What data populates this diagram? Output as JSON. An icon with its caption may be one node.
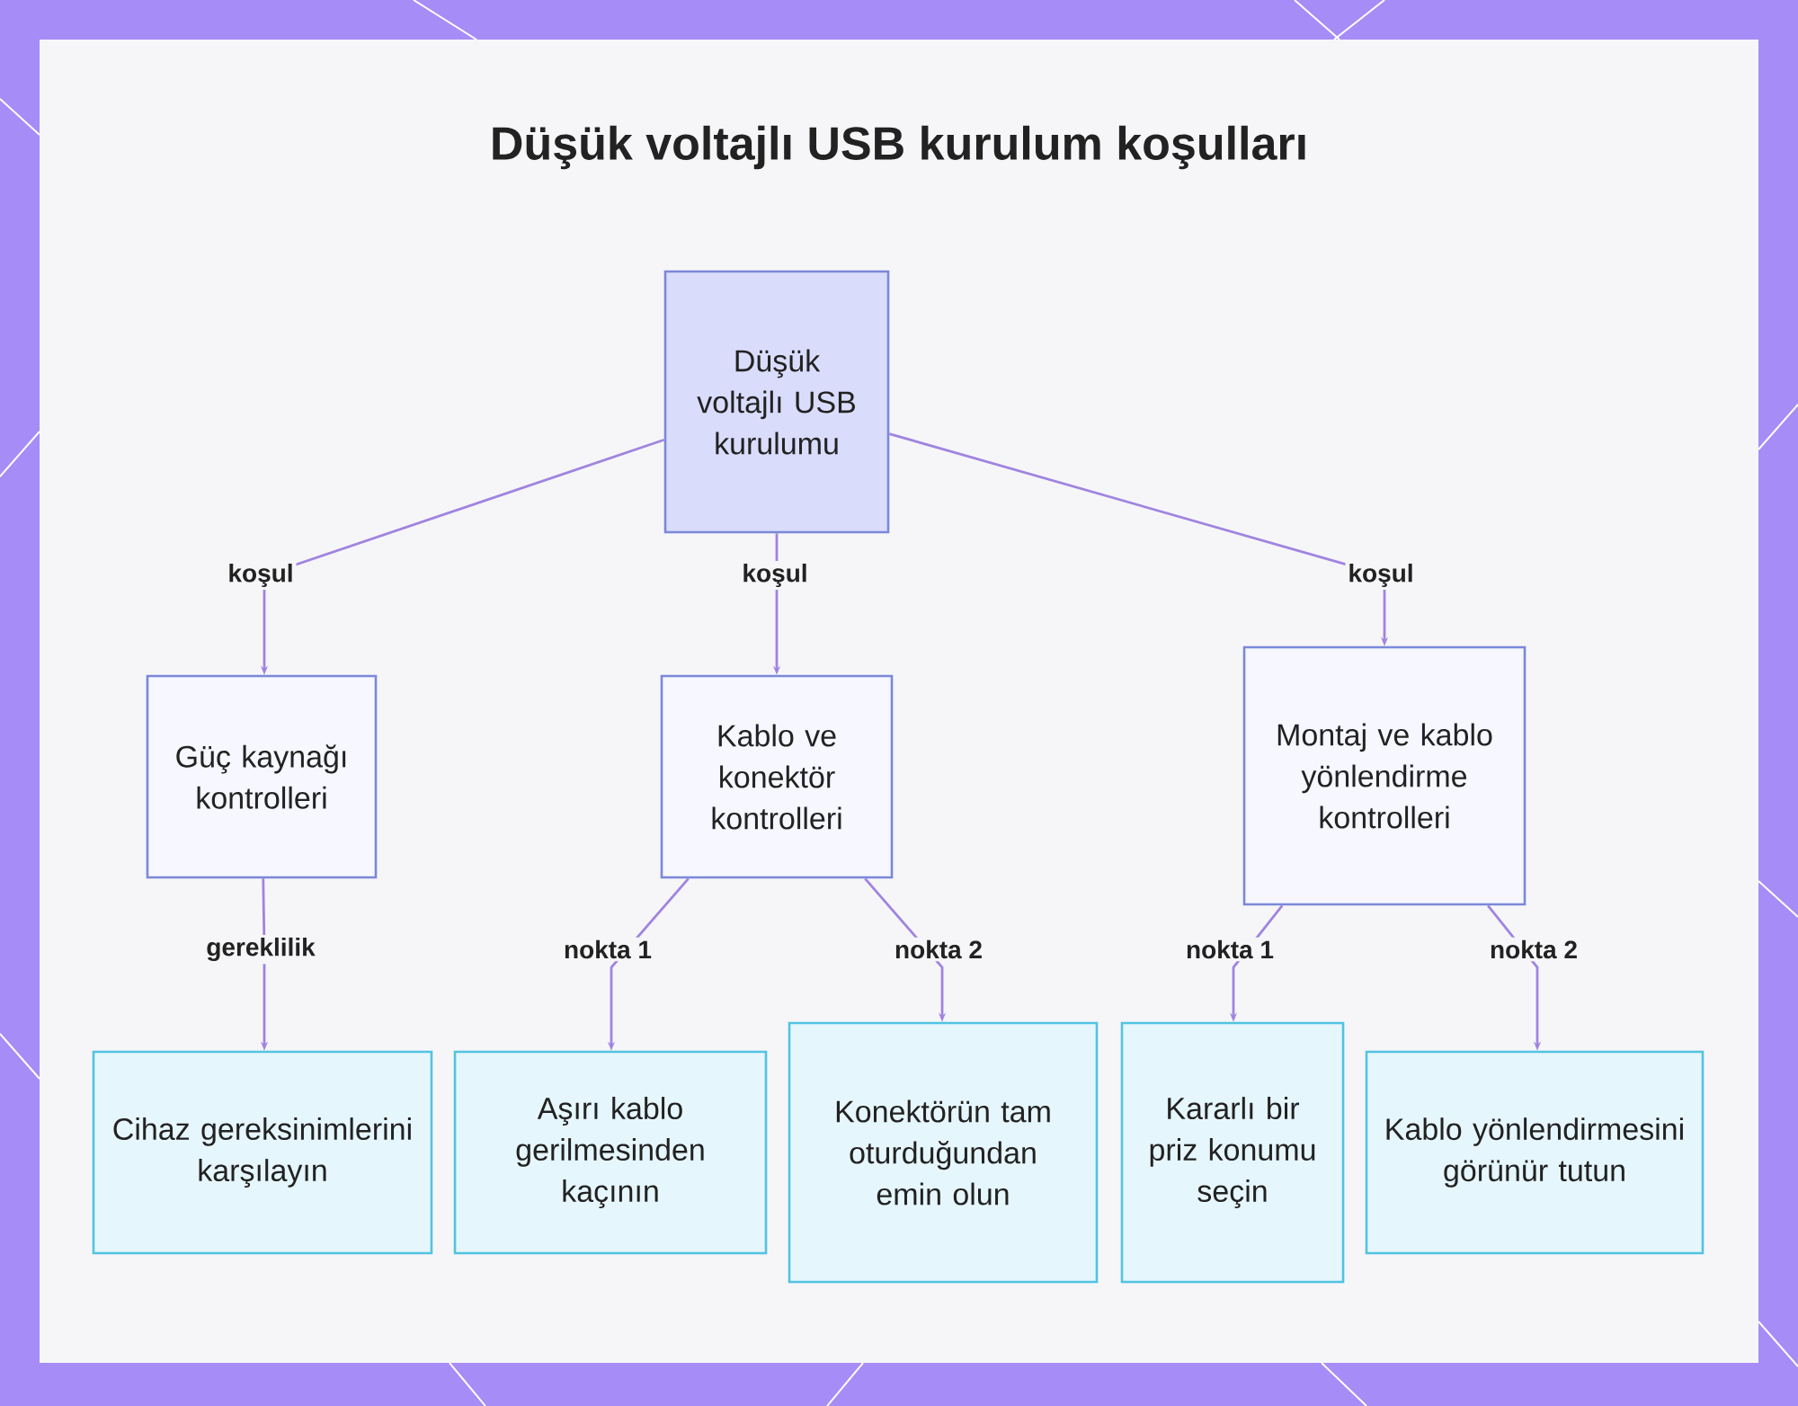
{
  "diagram": {
    "title": "Düşük voltajlı USB kurulum koşulları",
    "nodes": [
      {
        "text": [
          "Düşük voltajlı USB kurulumu"
        ]
      },
      {
        "text": [
          "Güç kaynağı kontrolleri"
        ]
      },
      {
        "text": [
          "Kablo ve konektör kontrolleri"
        ]
      },
      {
        "text": [
          "Montaj ve kablo yönlendirme kontrolleri"
        ]
      },
      {
        "text": [
          "Cihaz gereksinimlerini karşılayın"
        ]
      },
      {
        "text": [
          "Aşırı kablo gerilmesinden kaçının"
        ]
      },
      {
        "text": [
          "Konektörün tam oturduğundan emin olun"
        ]
      },
      {
        "text": [
          "Kararlı bir priz konumu seçin"
        ]
      },
      {
        "text": [
          "Kablo yönlendirmesini görünür tutun"
        ]
      }
    ],
    "edges": [
      {
        "from": 0,
        "to": 1,
        "arrow": "to",
        "label": "koşul"
      },
      {
        "from": 0,
        "to": 2,
        "arrow": "to",
        "label": "koşul"
      },
      {
        "from": 0,
        "to": 3,
        "arrow": "to",
        "label": "koşul"
      },
      {
        "from": 1,
        "to": 4,
        "arrow": "to",
        "label": "gereklilik"
      },
      {
        "from": 2,
        "to": 5,
        "arrow": "to",
        "label": "nokta 1"
      },
      {
        "from": 2,
        "to": 6,
        "arrow": "to",
        "label": "nokta 2"
      },
      {
        "from": 3,
        "to": 7,
        "arrow": "to",
        "label": "nokta 1"
      },
      {
        "from": 3,
        "to": 8,
        "arrow": "to",
        "label": "nokta 2"
      }
    ]
  }
}
